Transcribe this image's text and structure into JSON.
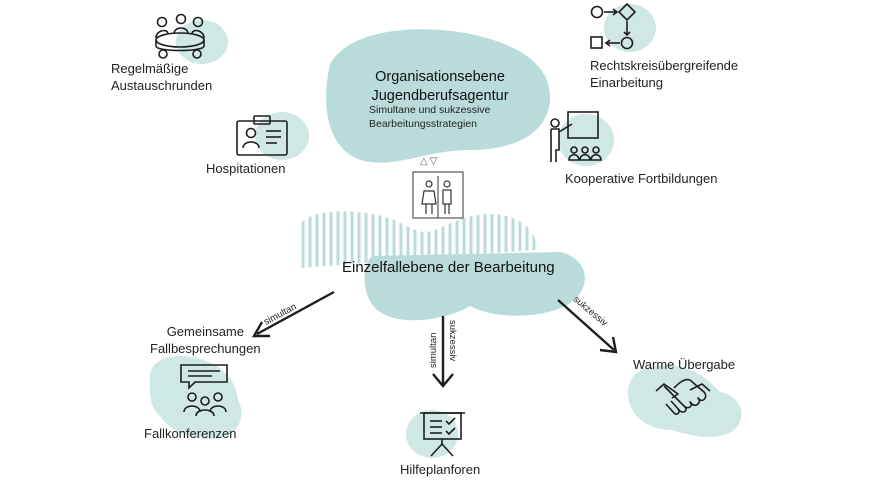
{
  "colors": {
    "teal": "#b9dcda",
    "teal_light": "#cfe7e5",
    "stroke": "#1e1e1e",
    "text": "#222222"
  },
  "organisation": {
    "title_line1": "Organisationsebene",
    "title_line2": "Jugendberufsagentur",
    "subtitle_line1": "Simultane und sukzessive",
    "subtitle_line2": "Bearbeitungsstrategien"
  },
  "case_level": {
    "title": "Einzelfallebene der Bearbeitung"
  },
  "items": {
    "regular_exchange": {
      "line1": "Regelmäßige",
      "line2": "Austauschrunden",
      "icon": "meeting-table-icon"
    },
    "hospitations": {
      "label": "Hospitationen",
      "icon": "id-badge-icon"
    },
    "cross_district": {
      "line1": "Rechtskreisübergreifende",
      "line2": "Einarbeitung",
      "icon": "process-flow-icon"
    },
    "cooperative_training": {
      "label": "Kooperative Fortbildungen",
      "icon": "presentation-training-icon"
    },
    "case_meetings": {
      "line1": "Gemeinsame",
      "line2": "Fallbesprechungen",
      "icon": "speech-group-icon"
    },
    "case_conferences": {
      "label": "Fallkonferenzen"
    },
    "help_plan_forums": {
      "label": "Hilfeplanforen",
      "icon": "flipchart-icon"
    },
    "warm_handover": {
      "label": "Warme Übergabe",
      "icon": "handshake-icon"
    }
  },
  "arrows": {
    "left_label": "simultan",
    "center_label_a": "simultan",
    "center_label_b": "sukzessiv",
    "right_label": "sukzessiv"
  },
  "elevator": {
    "up_symbol": "△",
    "down_symbol": "▽",
    "icon": "elevator-icon"
  }
}
